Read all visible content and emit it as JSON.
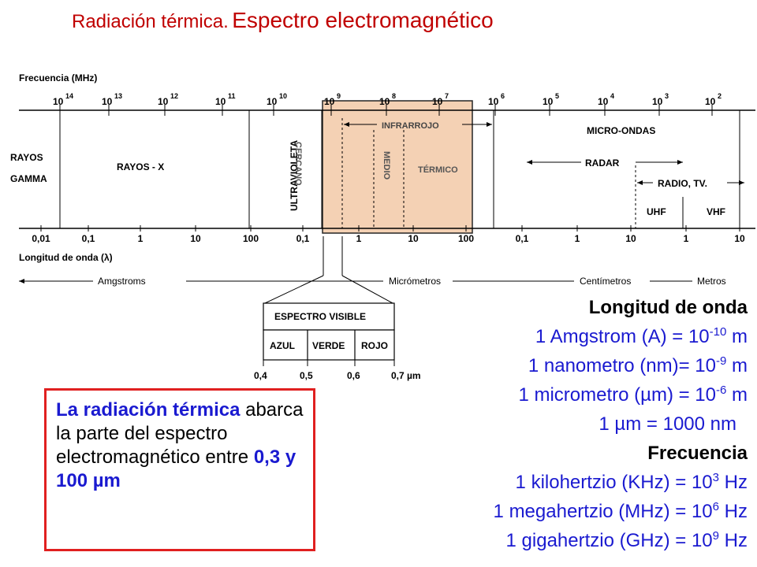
{
  "title": {
    "part1": "Radiación térmica.",
    "part2": "Espectro electromagnético"
  },
  "diagram": {
    "freq_axis_label": "Frecuencia (MHz)",
    "freq_ticks": [
      {
        "base": "10",
        "exp": "14"
      },
      {
        "base": "10",
        "exp": "13"
      },
      {
        "base": "10",
        "exp": "12"
      },
      {
        "base": "10",
        "exp": "11"
      },
      {
        "base": "10",
        "exp": "10"
      },
      {
        "base": "10",
        "exp": "9"
      },
      {
        "base": "10",
        "exp": "8"
      },
      {
        "base": "10",
        "exp": "7"
      },
      {
        "base": "10",
        "exp": "6"
      },
      {
        "base": "10",
        "exp": "5"
      },
      {
        "base": "10",
        "exp": "4"
      },
      {
        "base": "10",
        "exp": "3"
      },
      {
        "base": "10",
        "exp": "2"
      }
    ],
    "wavelength_axis_label": "Longitud de onda (λ)",
    "wavelength_ticks": [
      "0,01",
      "0,1",
      "1",
      "10",
      "100",
      "0,1",
      "1",
      "10",
      "100",
      "0,1",
      "1",
      "10",
      "1",
      "10"
    ],
    "unit_labels": [
      "Amgstroms",
      "Micrómetros",
      "Centímetros",
      "Metros"
    ],
    "regions": {
      "gamma_line1": "RAYOS",
      "gamma_line2": "GAMMA",
      "xray": "RAYOS - X",
      "uv": "ULTRAVIOLETA",
      "infrared": "INFRARROJO",
      "ir_near": "CERCANO",
      "ir_mid": "MEDIO",
      "ir_thermal": "TÉRMICO",
      "microwave": "MICRO-ONDAS",
      "radar": "RADAR",
      "radio": "RADIO, TV.",
      "uhf": "UHF",
      "vhf": "VHF"
    },
    "visible": {
      "title": "ESPECTRO VISIBLE",
      "colors": [
        "AZUL",
        "VERDE",
        "ROJO"
      ],
      "ticks": [
        "0,4",
        "0,5",
        "0,6",
        "0,7 µm"
      ]
    },
    "highlight_color": "#f3c9a8"
  },
  "conversions": {
    "wavelength_title": "Longitud de onda",
    "l1": {
      "text": "1 Amgstrom (A) = 10",
      "exp": "-10",
      "unit": " m"
    },
    "l2": {
      "text": "1 nanometro (nm)= 10",
      "exp": "-9",
      "unit": " m"
    },
    "l3": {
      "pre": "1 micrometro (",
      "mu": "µ",
      "post": "m) = 10",
      "exp": "-6",
      "unit": " m"
    },
    "l4": {
      "pre": "1 ",
      "mu": "µ",
      "post": "m  = 1000 nm"
    },
    "frequency_title": "Frecuencia",
    "f1": {
      "text": "1 kilohertzio (KHz) = 10",
      "exp": "3",
      "unit": " Hz"
    },
    "f2": {
      "text": "1 megahertzio (MHz)  = 10",
      "exp": "6",
      "unit": " Hz"
    },
    "f3": {
      "text": "1 gigahertzio (GHz)  = 10",
      "exp": "9",
      "unit": " Hz"
    }
  },
  "callout": {
    "highlight": "La radiación térmica",
    "body": " abarca la parte del espectro electromagnético entre ",
    "range": "0,3 y 100 µm"
  }
}
